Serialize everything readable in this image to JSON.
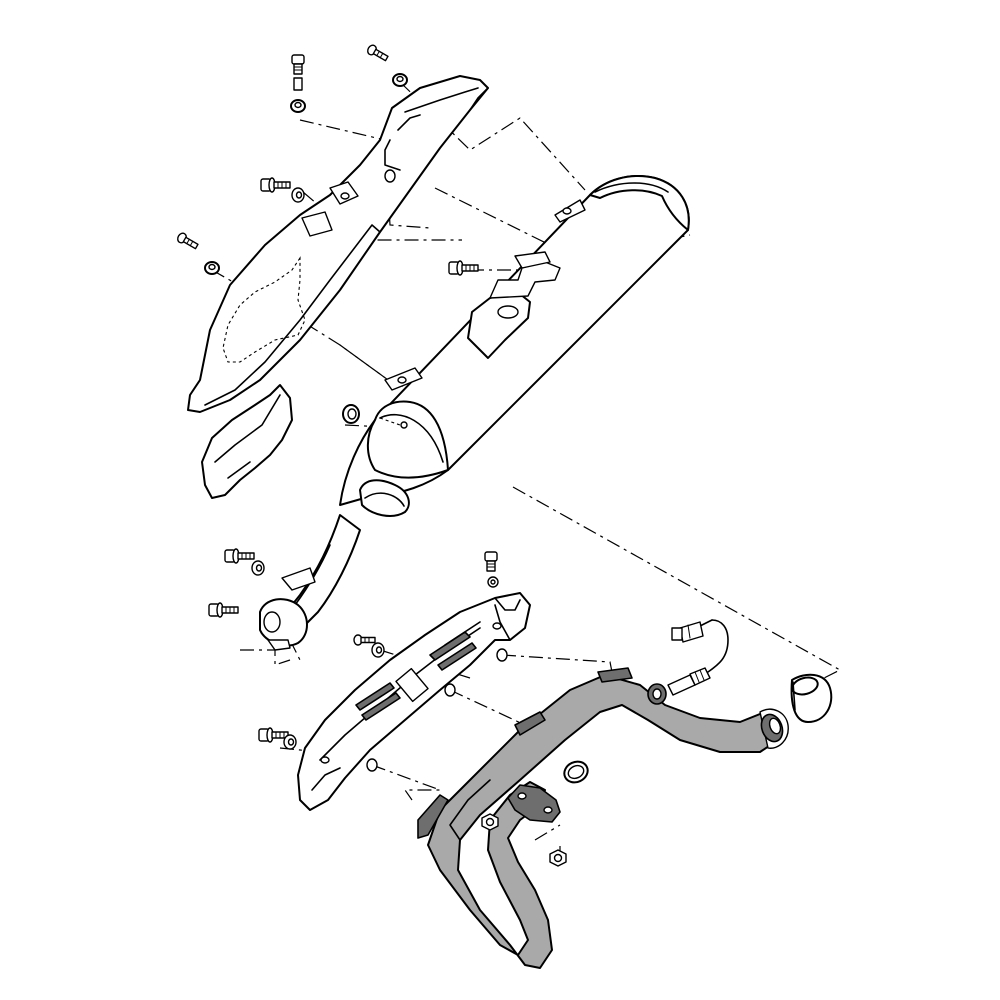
{
  "diagram": {
    "kind": "exploded-parts-view",
    "subject": "exhaust-system",
    "colors": {
      "outline": "#000000",
      "background": "#ffffff",
      "pipe_fill": "#a9a9a9",
      "gasket_fill": "#6e6e6e"
    },
    "parts": [
      "upper-heat-shield",
      "lower-heat-shield-plate",
      "muffler",
      "muffler-mounting-bracket",
      "muffler-clamp",
      "exhaust-pipe-heat-shield",
      "exhaust-header-pipe",
      "oxygen-sensor",
      "exhaust-gasket",
      "header-flange-nuts",
      "bolts-and-washers"
    ]
  }
}
